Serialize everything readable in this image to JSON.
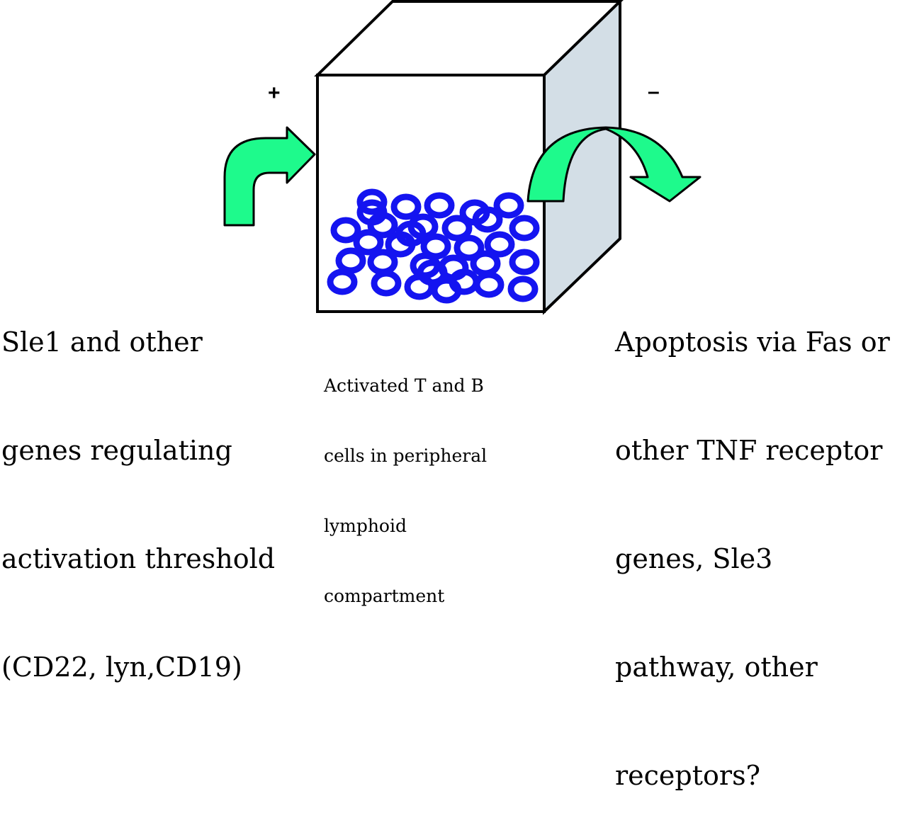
{
  "diagram": {
    "signs": {
      "plus": "+",
      "minus": "–"
    },
    "left_label": [
      "Sle1 and other",
      "genes regulating",
      "activation threshold",
      "(CD22, lyn,CD19)"
    ],
    "center_label": [
      "Activated T and B",
      "cells in peripheral",
      "lymphoid",
      "compartment"
    ],
    "right_label": [
      "Apoptosis via Fas or",
      "other TNF receptor",
      "genes, Sle3",
      "pathway, other",
      "receptors?"
    ],
    "colors": {
      "arrow_fill": "#1EFA8C",
      "cell_ring": "#1414F0",
      "cube_side": "#D3DEE6",
      "outline": "#000000"
    },
    "cells_count": 32
  }
}
